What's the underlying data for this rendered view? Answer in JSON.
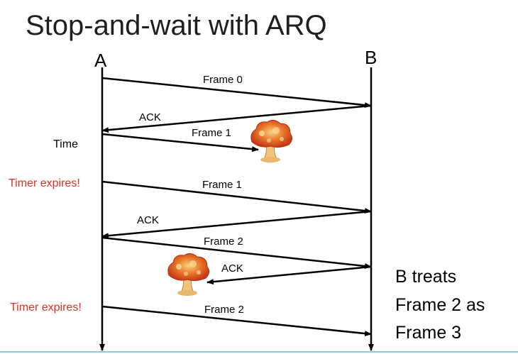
{
  "title": "Stop-and-wait with ARQ",
  "endpoints": {
    "left": "A",
    "right": "B"
  },
  "side_labels": {
    "time": "Time",
    "timer_1": "Timer expires!",
    "timer_2": "Timer expires!"
  },
  "messages": [
    {
      "label": "Frame 0",
      "from": "A",
      "to": "B",
      "delivered": true
    },
    {
      "label": "ACK",
      "from": "B",
      "to": "A",
      "delivered": true
    },
    {
      "label": "Frame 1",
      "from": "A",
      "to": "B",
      "delivered": false
    },
    {
      "label": "Frame 1",
      "from": "A",
      "to": "B",
      "delivered": true
    },
    {
      "label": "ACK",
      "from": "B",
      "to": "A",
      "delivered": true
    },
    {
      "label": "Frame 2",
      "from": "A",
      "to": "B",
      "delivered": true
    },
    {
      "label": "ACK",
      "from": "B",
      "to": "A",
      "delivered": false
    },
    {
      "label": "Frame 2",
      "from": "A",
      "to": "B",
      "delivered": true
    }
  ],
  "loss_icon": "explosion-icon",
  "note_lines": [
    "B treats",
    "Frame 2 as",
    "Frame 3"
  ],
  "colors": {
    "timer": "#e0301e",
    "line": "#000000",
    "explosion_orange": "#e2561c",
    "explosion_yellow": "#f2c57a"
  }
}
